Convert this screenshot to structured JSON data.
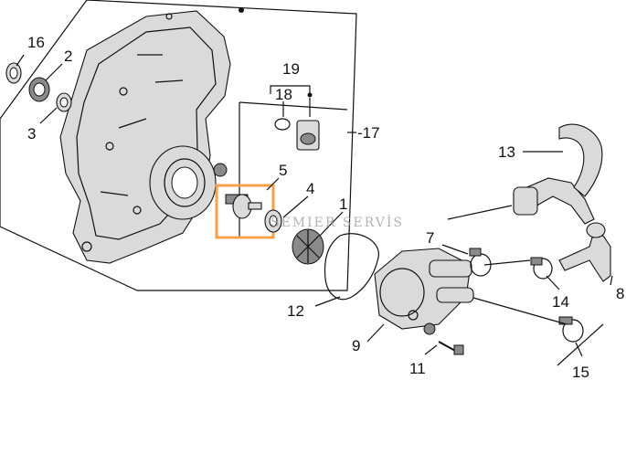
{
  "diagram": {
    "part_numbers": {
      "p1": "1",
      "p2": "2",
      "p3": "3",
      "p4": "4",
      "p5": "5",
      "p7": "7",
      "p8": "8",
      "p9": "9",
      "p11": "11",
      "p12": "12",
      "p13": "13",
      "p14": "14",
      "p15": "15",
      "p16": "16",
      "p17": "-17",
      "p18": "18",
      "p19": "19"
    },
    "watermark": "SEMIER SERVİS",
    "highlight_color": "#f5a04a"
  }
}
